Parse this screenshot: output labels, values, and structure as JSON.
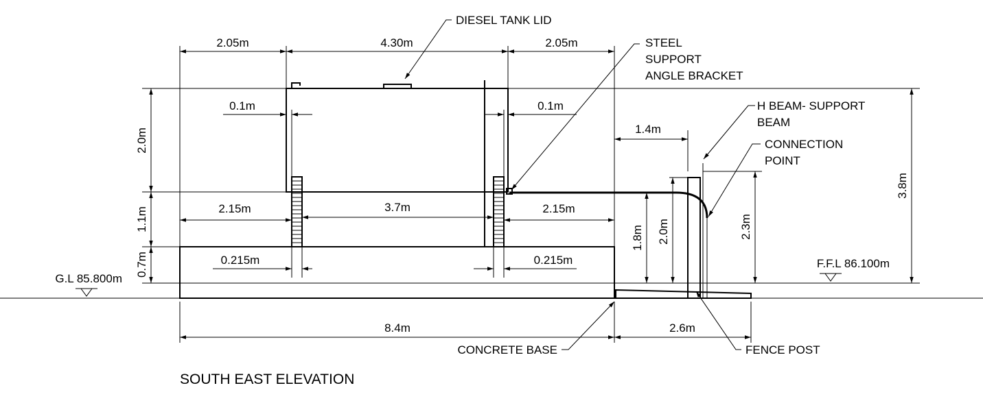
{
  "title": "SOUTH EAST ELEVATION",
  "labels": {
    "diesel_tank_lid": "DIESEL TANK LID",
    "steel_support_1": "STEEL",
    "steel_support_2": "SUPPORT",
    "steel_support_3": "ANGLE BRACKET",
    "h_beam_1": "H BEAM- SUPPORT",
    "h_beam_2": "BEAM",
    "connection_1": "CONNECTION",
    "connection_2": "POINT",
    "concrete_base": "CONCRETE BASE",
    "fence_post": "FENCE POST",
    "ground_level": "G.L 85.800m",
    "finished_floor_level": "F.F.L 86.100m"
  },
  "dimensions": {
    "top_left": "2.05m",
    "top_middle": "4.30m",
    "top_right": "2.05m",
    "wall_left": "0.1m",
    "wall_right": "0.1m",
    "tank_height": "2.0m",
    "leg_height": "1.1m",
    "base_height": "0.7m",
    "mid_left": "2.15m",
    "mid_middle": "3.7m",
    "mid_right": "2.15m",
    "bracket_left": "0.215m",
    "bracket_right": "0.215m",
    "pipe_offset": "1.4m",
    "pipe_height_a": "1.8m",
    "pipe_height_b": "2.0m",
    "beam_height": "2.3m",
    "overall_height": "3.8m",
    "base_length": "8.4m",
    "apron_length": "2.6m"
  }
}
